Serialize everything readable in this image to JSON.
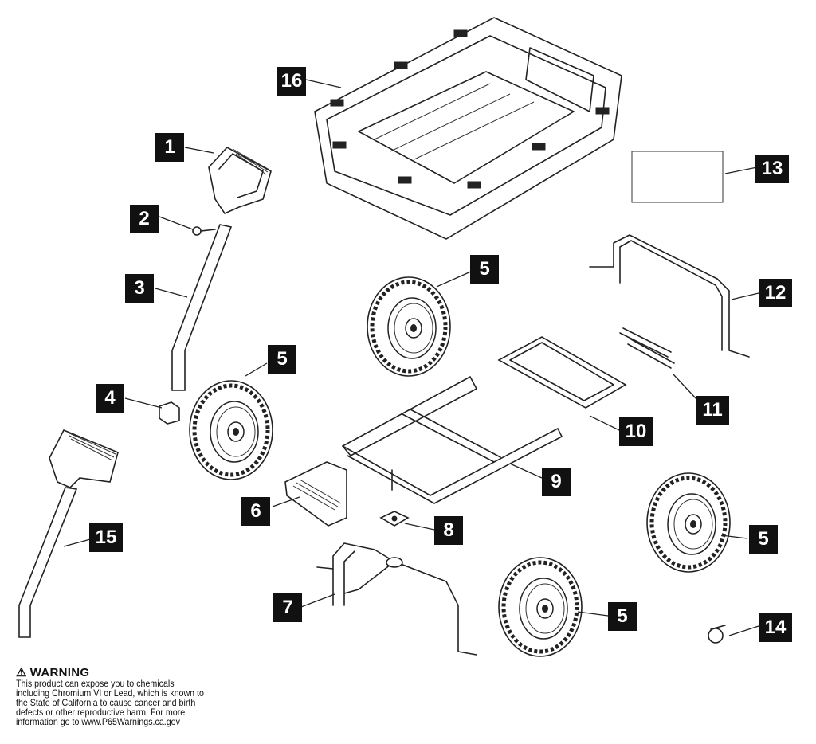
{
  "callouts": [
    {
      "id": "c1",
      "label": "1"
    },
    {
      "id": "c2",
      "label": "2"
    },
    {
      "id": "c3",
      "label": "3"
    },
    {
      "id": "c4",
      "label": "4"
    },
    {
      "id": "c5a",
      "label": "5"
    },
    {
      "id": "c5b",
      "label": "5"
    },
    {
      "id": "c5c",
      "label": "5"
    },
    {
      "id": "c5d",
      "label": "5"
    },
    {
      "id": "c6",
      "label": "6"
    },
    {
      "id": "c7",
      "label": "7"
    },
    {
      "id": "c8",
      "label": "8"
    },
    {
      "id": "c9",
      "label": "9"
    },
    {
      "id": "c10",
      "label": "10"
    },
    {
      "id": "c11",
      "label": "11"
    },
    {
      "id": "c12",
      "label": "12"
    },
    {
      "id": "c13",
      "label": "13"
    },
    {
      "id": "c14",
      "label": "14"
    },
    {
      "id": "c15",
      "label": "15"
    },
    {
      "id": "c16",
      "label": "16"
    }
  ],
  "warning": {
    "symbol": "⚠",
    "title": "WARNING",
    "body": "This product can expose you to chemicals\nincluding Chromium VI or Lead, which is known to\nthe State of California to cause cancer and birth\ndefects or other reproductive harm.  For more\ninformation go to www.P65Warnings.ca.gov"
  }
}
